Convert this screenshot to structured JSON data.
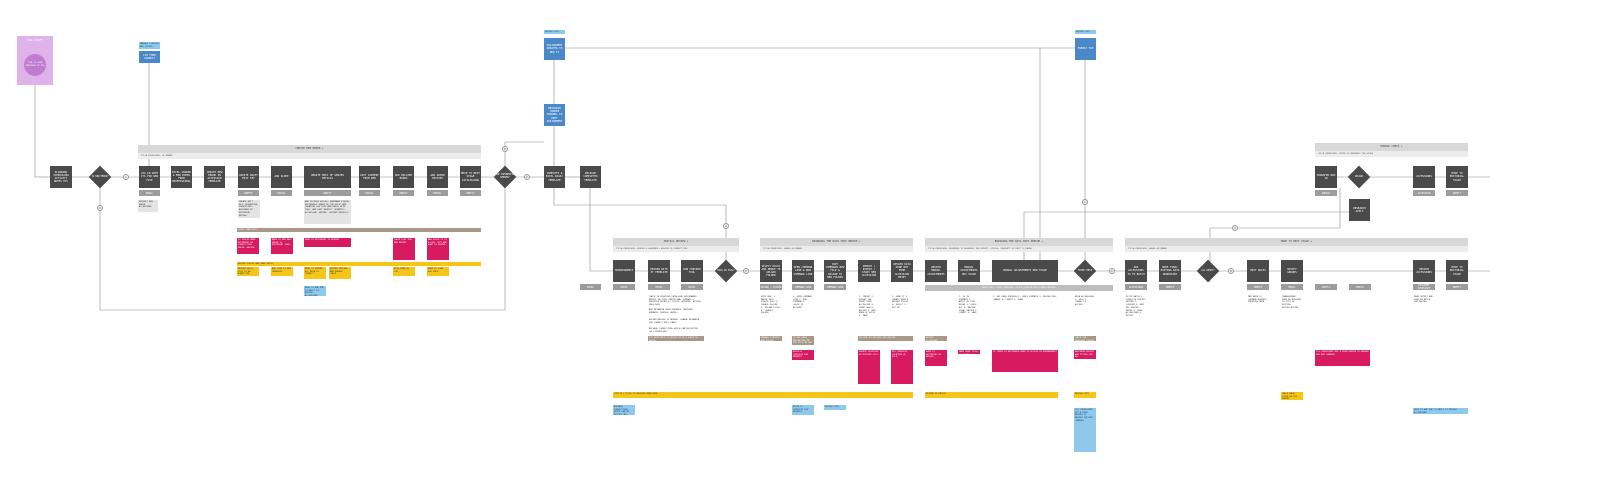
{
  "start": {
    "title": "ORG STAFF",
    "action": "TIME TO SEND PREVIOUS TO IPG"
  },
  "swimlanes": {
    "create_new_ebook": {
      "title": "CREATE NEW EBOOK +",
      "sub": "TYLLA PRODUCERS, OF BRAND"
    },
    "initial_review": {
      "title": "INITIAL REVIEW +",
      "sub": "TYLLA PRODUCERS, REVIEW & ASSEMBLE, ASSIGN TO CORRECT DUE"
    },
    "bringing_pre": {
      "title": "BRINGING THE DATA INTO PREVUE +",
      "sub": "TYLLA PRODUCERS, BASED ON BRAND"
    },
    "bringing_post": {
      "title": "BRINGING THE DATA INTO PREVUE +",
      "sub": "TYLLA PRODUCERS, REORDERS TO ASSEMBLE THE EXPORT. STYLES, PROPERTY OF DEPT TO PASSE"
    },
    "make_to_next": {
      "title": "MAKE TO NEXT STAGE +",
      "sub": "TYLLA PRODUCERS, BASED ON BRAND"
    },
    "double_check": {
      "title": "DOUBLE CHECK +",
      "sub": "TYLLA PRODUCERS, PRIOR TO ASSEMBLE THE OTHER"
    },
    "preflight_bar": {
      "title": "PREFLIGHT / EDIT TEMPLATE (CLICK ICON OR EDIT LINKS DURING)"
    }
  },
  "process_boxes": [
    {
      "id": "planning",
      "label": "PLANNING SCHEDULING ACTIVITY NOTES ETC"
    },
    {
      "id": "login",
      "label": "LOG IN WITH ITS FOR NEW FIXP"
    },
    {
      "id": "excel",
      "label": "EXCEL SHARED & NEW BOOKS FROM PROFESSIONAL"
    },
    {
      "id": "create-new-ebook",
      "label": "CREATE NEW EBOOK IN ACCESSION TEMPLATE"
    },
    {
      "id": "create-draft",
      "label": "CREATE DRAFT EDIT SET"
    },
    {
      "id": "add-scope",
      "label": "ADD SCOPE"
    },
    {
      "id": "update-most",
      "label": "UPDATE MOST OF SERIES DETAILS"
    },
    {
      "id": "copy-content",
      "label": "COPY CONTENT FROM WEB"
    },
    {
      "id": "add-related",
      "label": "ADD RELATED BOOKS"
    },
    {
      "id": "add-admin",
      "label": "ADD ADMIN HISTORY"
    },
    {
      "id": "move-next-1",
      "label": "MOVE TO NEXT STAGE CATALOGUING"
    },
    {
      "id": "complete-excel",
      "label": "COMPLETE A EXCEL BASIC TEMPLATE"
    },
    {
      "id": "release-compl",
      "label": "RELEASE COMPLETED TEMPLATE"
    },
    {
      "id": "assign-hide",
      "label": "REASSIGN HIDDEN CHANNEL TO DEPT ASSIGNMENT"
    },
    {
      "id": "assignment-top",
      "label": "ASSIGNMENT UPDATED TO NEW TC"
    },
    {
      "id": "transparency",
      "label": "TRANSPARENCY"
    },
    {
      "id": "review-tpl",
      "label": "REVIEW WITH IT TEMPLATE"
    },
    {
      "id": "run-checker",
      "label": "RUN CHECKER TOOL"
    },
    {
      "id": "select-excel",
      "label": "SELECT EXCEL AND MERGE TO UPLOAD FOLDER"
    },
    {
      "id": "open-command",
      "label": "OPEN COMMAND LINE & RUN COMMAND LINE"
    },
    {
      "id": "copy-commands",
      "label": "COPY COMMANDS NEW FILE & ASSIGN TO NEW FOLDER"
    },
    {
      "id": "import-export",
      "label": "IMPORT / EXPORT / START NEW ACCESSION"
    },
    {
      "id": "review-data",
      "label": "REVIEW DATA DONE NOT FROM ACCESSION ENTRY"
    },
    {
      "id": "review-manual",
      "label": "REVIEW MANUAL ADJUSTMENTS"
    },
    {
      "id": "manual-adj",
      "label": "MANUAL ADJUSTMENTS OUT STAGE"
    },
    {
      "id": "manual-adj-main",
      "label": "MANUAL ADJUSTMENTS NEW STAGE"
    },
    {
      "id": "add-accessions",
      "label": "ADD ACCESSIONS TO TO BATCH"
    },
    {
      "id": "make-final",
      "label": "MAKE FINAL EXITING DATA WORKPOINT"
    },
    {
      "id": "edit-rules",
      "label": "EDIT RULES"
    },
    {
      "id": "notify-groups",
      "label": "NOTIFY GROUPS"
    },
    {
      "id": "transfer-box",
      "label": "TRANSFER BOX ID"
    },
    {
      "id": "accessions",
      "label": "ACCESSIONS"
    },
    {
      "id": "move-to-stage",
      "label": "MOVE TO EDITORIAL STAGE"
    },
    {
      "id": "review-accessions",
      "label": "REVIEW ACCESSIONS"
    },
    {
      "id": "move-to-editorial",
      "label": "MOVE TO EDITORIAL STAGE"
    },
    {
      "id": "research-apply",
      "label": "RESEARCH APPLY"
    },
    {
      "id": "id-top",
      "label": "FORMAT TOP"
    },
    {
      "id": "ltr-top",
      "label": "LTR FORM CONNECT"
    }
  ],
  "tags": [
    {
      "id": "login",
      "label": "EMAIL"
    },
    {
      "id": "create-draft",
      "label": "PREFLT"
    },
    {
      "id": "add-scope",
      "label": "PORTAL"
    },
    {
      "id": "update-most",
      "label": "PREFLT"
    },
    {
      "id": "copy-content",
      "label": "PORTAL"
    },
    {
      "id": "add-related",
      "label": "PREFLT"
    },
    {
      "id": "add-admin",
      "label": "PORTAL"
    },
    {
      "id": "move-next",
      "label": "PREFLT"
    },
    {
      "id": "transp",
      "label": "EXCEL"
    },
    {
      "id": "review",
      "label": "EXCEL"
    },
    {
      "id": "checker",
      "label": "EXCEL"
    },
    {
      "id": "select",
      "label": "SECURE + FOLDER"
    },
    {
      "id": "cmdline",
      "label": "COMMAND LINE"
    },
    {
      "id": "copy-cmd",
      "label": "COMMAND LINE"
    },
    {
      "id": "review-start",
      "label": "EXCEL"
    },
    {
      "id": "add-acc",
      "label": "ACCESSIONS"
    },
    {
      "id": "final",
      "label": "PREFLT"
    },
    {
      "id": "rules",
      "label": "PREFLT"
    },
    {
      "id": "notify",
      "label": "EMAIL"
    },
    {
      "id": "transfer",
      "label": "PREFLT"
    },
    {
      "id": "accs",
      "label": "PORTAL"
    },
    {
      "id": "editorial-1",
      "label": "ACCESSION"
    },
    {
      "id": "editorial-2",
      "label": "PREFLT"
    },
    {
      "id": "rev-acc",
      "label": "DOCUMENT OVERSIGHT"
    },
    {
      "id": "mov-ed",
      "label": "PREFLT"
    },
    {
      "id": "portal-2",
      "label": "PORTAL"
    }
  ],
  "decisions": [
    {
      "id": "is-new",
      "label": "IS NEW EBOOK?"
    },
    {
      "id": "more-info",
      "label": "MORE INFORMATION NEEDED?"
    },
    {
      "id": "pass-fail",
      "label": "PASS OR FAIL?"
    },
    {
      "id": "fixed-check",
      "label": "FIXED CHECK"
    },
    {
      "id": "all-ready",
      "label": "ALL READY?"
    },
    {
      "id": "upload",
      "label": "UPLOAD"
    }
  ],
  "connectors": [
    "C",
    "Z",
    "B",
    "D",
    "A",
    "E",
    "D",
    "A",
    "B",
    "A"
  ],
  "notes": {
    "login": "REQUEST NEW EBOOK ACCESSIONS",
    "draft": "CREATE EDIT SET, SEQUENTIAL IDENTIFIER, ASSIGNED BY EDITORIAL REVIEW",
    "update": "ADD IN META FIELDS: REMEMBER FIELDS ON DEFAULT SHEET OF THE FILE. ADD CREATING FOR COPY AND PASTE WITH TOOL. ADD SEPT PRODUCT (EXAMPLE: ACCESSION, SERIES, CONTENT DETAILS)",
    "review_notes": "CHECK IN PREVIOUS CATALOGUE FIELDNAMES - VERIFY SECTION CONDITIONAL FORMATS - VERIFIED DETAILS (TITLES, AUTHORS, ACCESS) PASS FAIL",
    "add_metadata": "ADD METADATA FROM SEQUENCE (BATCHES, NUMBERS, SERIES, DATES)",
    "macros": "RECORD MACROS IF NEEDED. CHANGE METADATA FOR CORRECT DEPT TABLE",
    "release_note": "RELEASE CORRECTIONS WHICH CAN BE EDITED (ALL PRODUCERS)",
    "select": "STEP ONE: 1. MERGE INTO SINGLE FILE 2. CREATE FOLDER 3. UPLOAD FILES 4. CONNECT FOLDER",
    "open": "1. OPEN COMMAND LINE 2. RUN COMMAND 3. LOGIN TO ACCOUNT",
    "import": "1. IMPORT 2. EXPORT THE ENTRY FROM ACCESSION 3. START NEW 4. RECORD 5. ADD MORE OF EXCEL 6. SAVE",
    "review_data": "1. DONE IT 2. CREATE VIEW 3. REVIEW FIELDS 4. SELECT 5. SET UP",
    "manual": "1. GO TO SUMMARY 2. APPLY AS TYPE NOTES 3. CHECK ALL 4. REVIEW FINAL VALUES 5. COMMIT 6. SAVE",
    "manual_main": "1. GET DATA PREVIEW 2. CHECK FORMATS 3. REVIEW FULL CHANGE 4. COMMIT 5. DONE",
    "accessions": "DO DO BATCH 1. COMPLETE SYSTEM REVIEW 2. CONFIRM 3. RUN ALL SERIES DATES 4. MOVE ACCESSIONS 5. NOTIFY",
    "edit_rules": "MAY NEED TO COMPARE AGAINST PREVIOUS DATA",
    "notify": "TRANSFERRED FROM ACCESSIONS TO LIST OF EDITING NOTIFICATIONS",
    "review_acc": "READ OUTPUT AND SEND AS BATCH FOR REVIEW",
    "e_note": "DATA ACCESSIONS 1. FILE 2. CONNECT 3. ACCESS"
  },
  "stickies": [
    "IF FIELDS HAVE DIFFERENT OR CONFLICTING VALUE: REVIEW",
    "NEED TO ADD NEW VALUE TO EDITORIAL TEAM",
    "SEND TO EDITORIAL TO REVIEW",
    "CHECK LIST FOR NEW REPORT",
    "HAS FIELD IT IS A FULL LIST AND WHAT IS STATUS",
    "BUILD A TEMPLATE FOR REQUEST",
    "UPDATE LOCATION OF MISSING LIST",
    "NOT COMPLETE LOCATION OF FILE",
    "SEND TO EDITORIAL OR REVIEW",
    "MAKE SURE TITLE IS CLEAR",
    "IF THERE IS AN UPDATE NEED TO ACCESS IN SPREADSHEET",
    "MATCHING VALUES AND TITLES FOR ALL",
    "ITS CONSISTENT BUT A PEER REVIEW IS NEEDED FOR NEW CHANGES",
    "REVIEW FIELDS AND SAVE EXCEL",
    "REVIEW EXCEL LIST TO BE SUBMITTED",
    "ADD LINK TO NEW TEMPLATE",
    "NEED TO ENSURE ALL DATA IS CORRECT",
    "REVIEW PROCESS AND DOUBLE CHECK",
    "ALSO SEND AS CSV",
    "NEED TO LOAD FOR INFO",
    "COPY ALL FILES TO ARCHIVE WHEN DONE",
    "RETURN IF FAILED",
    "REVIEW COPY",
    "CHECK DATA TYPES ON THE IMPORT",
    "PUT DATA BACK TO REPORT WITH A SCALE TO MATCH",
    "MANUALLY ADJUST ANY FIELDS",
    "IF NOT DATA VALIDATION ON THE FILE ON THE EXCEL SHEET",
    "INCLUDE ACCESSIONS FOR REVIEW",
    "REVIEW ACCESSION AGAINST EXISTING",
    "CHECK FOR REQUIRED FIELDS",
    "NEED TO ADD ONE TO DAILY TO REVIEW ACCESSIONS",
    "LEGAL TEAM NOTE"
  ]
}
